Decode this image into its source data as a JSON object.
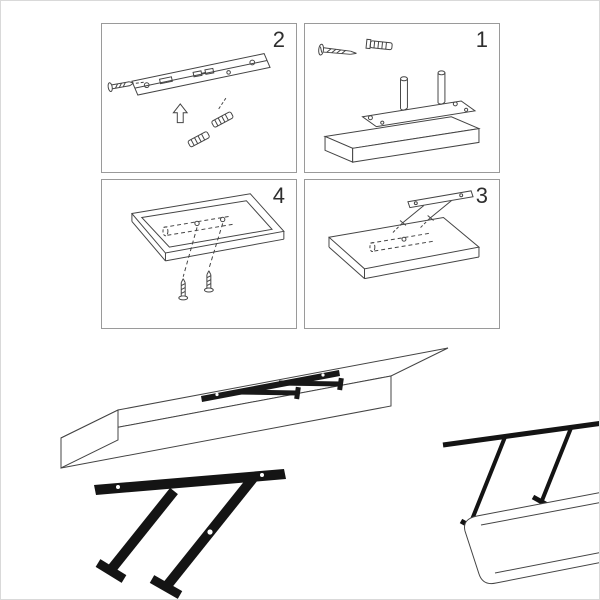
{
  "steps": [
    {
      "number": "2"
    },
    {
      "number": "1"
    },
    {
      "number": "4"
    },
    {
      "number": "3"
    }
  ],
  "colors": {
    "background": "#ffffff",
    "panel_border": "#9a9a9a",
    "line_art": "#444444",
    "metal_bracket": "#141414"
  }
}
